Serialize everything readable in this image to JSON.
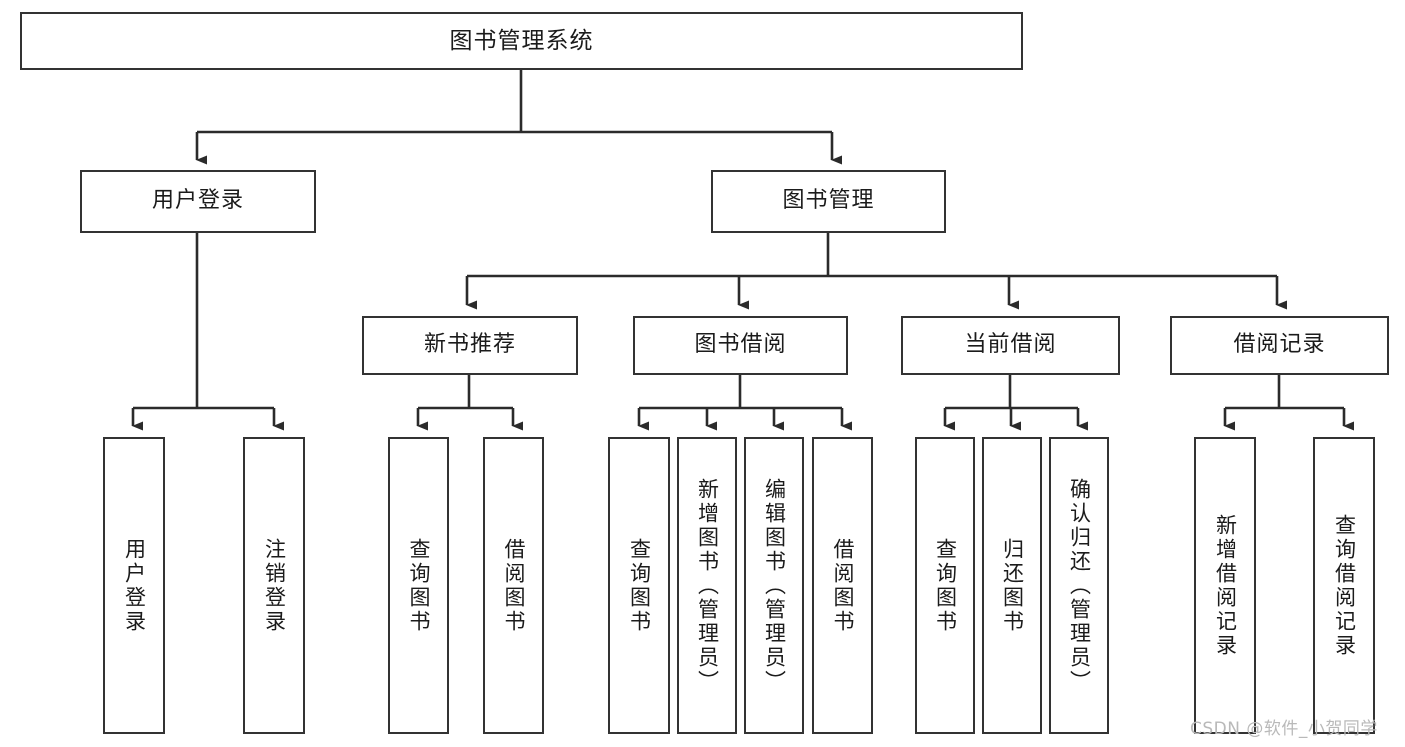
{
  "diagram": {
    "title": "图书管理系统",
    "type": "功能结构图",
    "style": {
      "box_border_color": "#333333",
      "box_fill_color": "#ffffff",
      "line_color": "#2b2b2b",
      "text_color": "#1b1b1b",
      "background": "#ffffff"
    },
    "root": {
      "label": "图书管理系统"
    },
    "level2": [
      {
        "label": "用户登录"
      },
      {
        "label": "图书管理"
      }
    ],
    "level3": [
      {
        "label": "新书推荐"
      },
      {
        "label": "图书借阅"
      },
      {
        "label": "当前借阅"
      },
      {
        "label": "借阅记录"
      }
    ],
    "leaves": {
      "user_login": [
        {
          "label": "用户登录"
        },
        {
          "label": "注销登录"
        }
      ],
      "new_book_recommend": [
        {
          "label": "查询图书"
        },
        {
          "label": "借阅图书"
        }
      ],
      "book_borrow": [
        {
          "label": "查询图书"
        },
        {
          "label": "新增图书（管理员）"
        },
        {
          "label": "编辑图书（管理员）"
        },
        {
          "label": "借阅图书"
        }
      ],
      "current_borrow": [
        {
          "label": "查询图书"
        },
        {
          "label": "归还图书"
        },
        {
          "label": "确认归还（管理员）"
        }
      ],
      "borrow_record": [
        {
          "label": "新增借阅记录"
        },
        {
          "label": "查询借阅记录"
        }
      ]
    }
  },
  "watermark": {
    "text": "CSDN @软件_小贺同学"
  }
}
